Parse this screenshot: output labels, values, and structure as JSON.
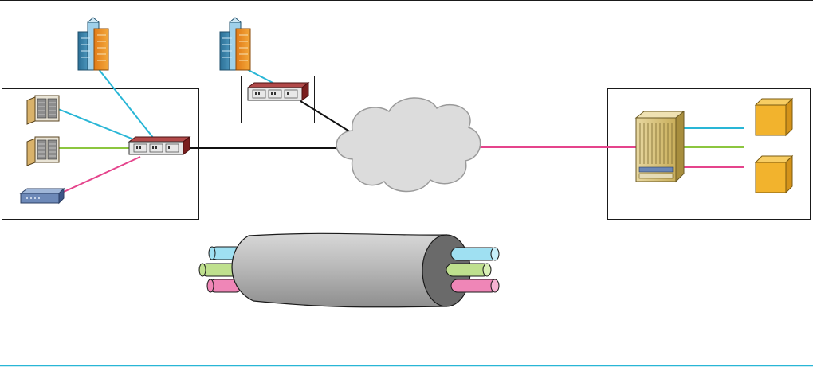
{
  "colors": {
    "border_line": "#1a1a1a",
    "bottom_line": "#29b6d6",
    "link_cyan": "#29b6d6",
    "link_green": "#8cc63f",
    "link_magenta": "#e5448c",
    "link_black": "#111111",
    "cloud_fill": "#dcdcdc",
    "cloud_stroke": "#9a9a9a",
    "router_red": "#8b2a2a",
    "server_gold": "#d9c27a",
    "terminal_orange": "#f2b32d"
  },
  "nodes": {
    "left_site": [
      "building",
      "exchange",
      "exchange",
      "modem",
      "router"
    ],
    "middle_site": [
      "building",
      "router"
    ],
    "network": [
      "cloud"
    ],
    "right_site": [
      "chassis",
      "terminal",
      "terminal"
    ],
    "cable": [
      "tube",
      "cyan-fiber",
      "green-fiber",
      "magenta-fiber"
    ]
  },
  "links": [
    {
      "from": "building-left",
      "to": "router-left",
      "color": "cyan"
    },
    {
      "from": "exchange-top",
      "to": "router-left",
      "color": "cyan"
    },
    {
      "from": "exchange-bottom",
      "to": "router-left",
      "color": "green"
    },
    {
      "from": "modem",
      "to": "router-left",
      "color": "magenta"
    },
    {
      "from": "router-left",
      "to": "cloud",
      "color": "black"
    },
    {
      "from": "building-middle",
      "to": "router-middle",
      "color": "cyan"
    },
    {
      "from": "router-middle",
      "to": "cloud",
      "color": "black"
    },
    {
      "from": "cloud",
      "to": "chassis",
      "color": "magenta"
    },
    {
      "from": "chassis",
      "to": "terminal-top",
      "color": "cyan"
    },
    {
      "from": "chassis",
      "to": "open-end",
      "color": "green"
    },
    {
      "from": "chassis",
      "to": "terminal-bottom",
      "color": "magenta"
    }
  ]
}
